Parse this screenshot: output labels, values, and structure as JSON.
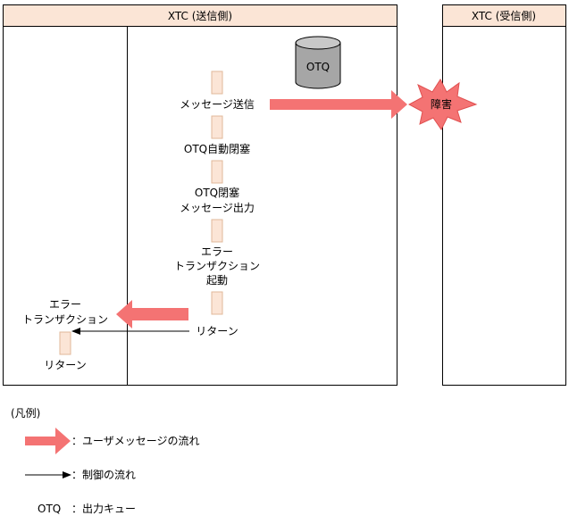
{
  "sender": {
    "title": "XTC (送信側)",
    "steps": {
      "message_send": "メッセージ送信",
      "otq_auto_close": "OTQ自動閉塞",
      "otq_close_line1": "OTQ閉塞",
      "otq_close_line2": "メッセージ出力",
      "error_tx_line1": "エラー",
      "error_tx_line2": "トランザクション",
      "error_tx_line3": "起動",
      "return": "リターン"
    },
    "left_lane": {
      "error_tx_line1": "エラー",
      "error_tx_line2": "トランザクション",
      "return": "リターン"
    },
    "db_label": "OTQ"
  },
  "receiver": {
    "title": "XTC (受信側)"
  },
  "failure_label": "障害",
  "legend": {
    "title": "(凡例)",
    "user_message_flow": "：ユーザメッセージの流れ",
    "control_flow": "：制御の流れ",
    "otq_key": "OTQ",
    "otq_desc": "：出力キュー"
  },
  "colors": {
    "header_fill": "#fbe5d6",
    "step_fill": "#fbe5d6",
    "arrow_fill": "#f47373",
    "db_fill": "#a6a6a6",
    "burst_fill": "#f47373"
  }
}
